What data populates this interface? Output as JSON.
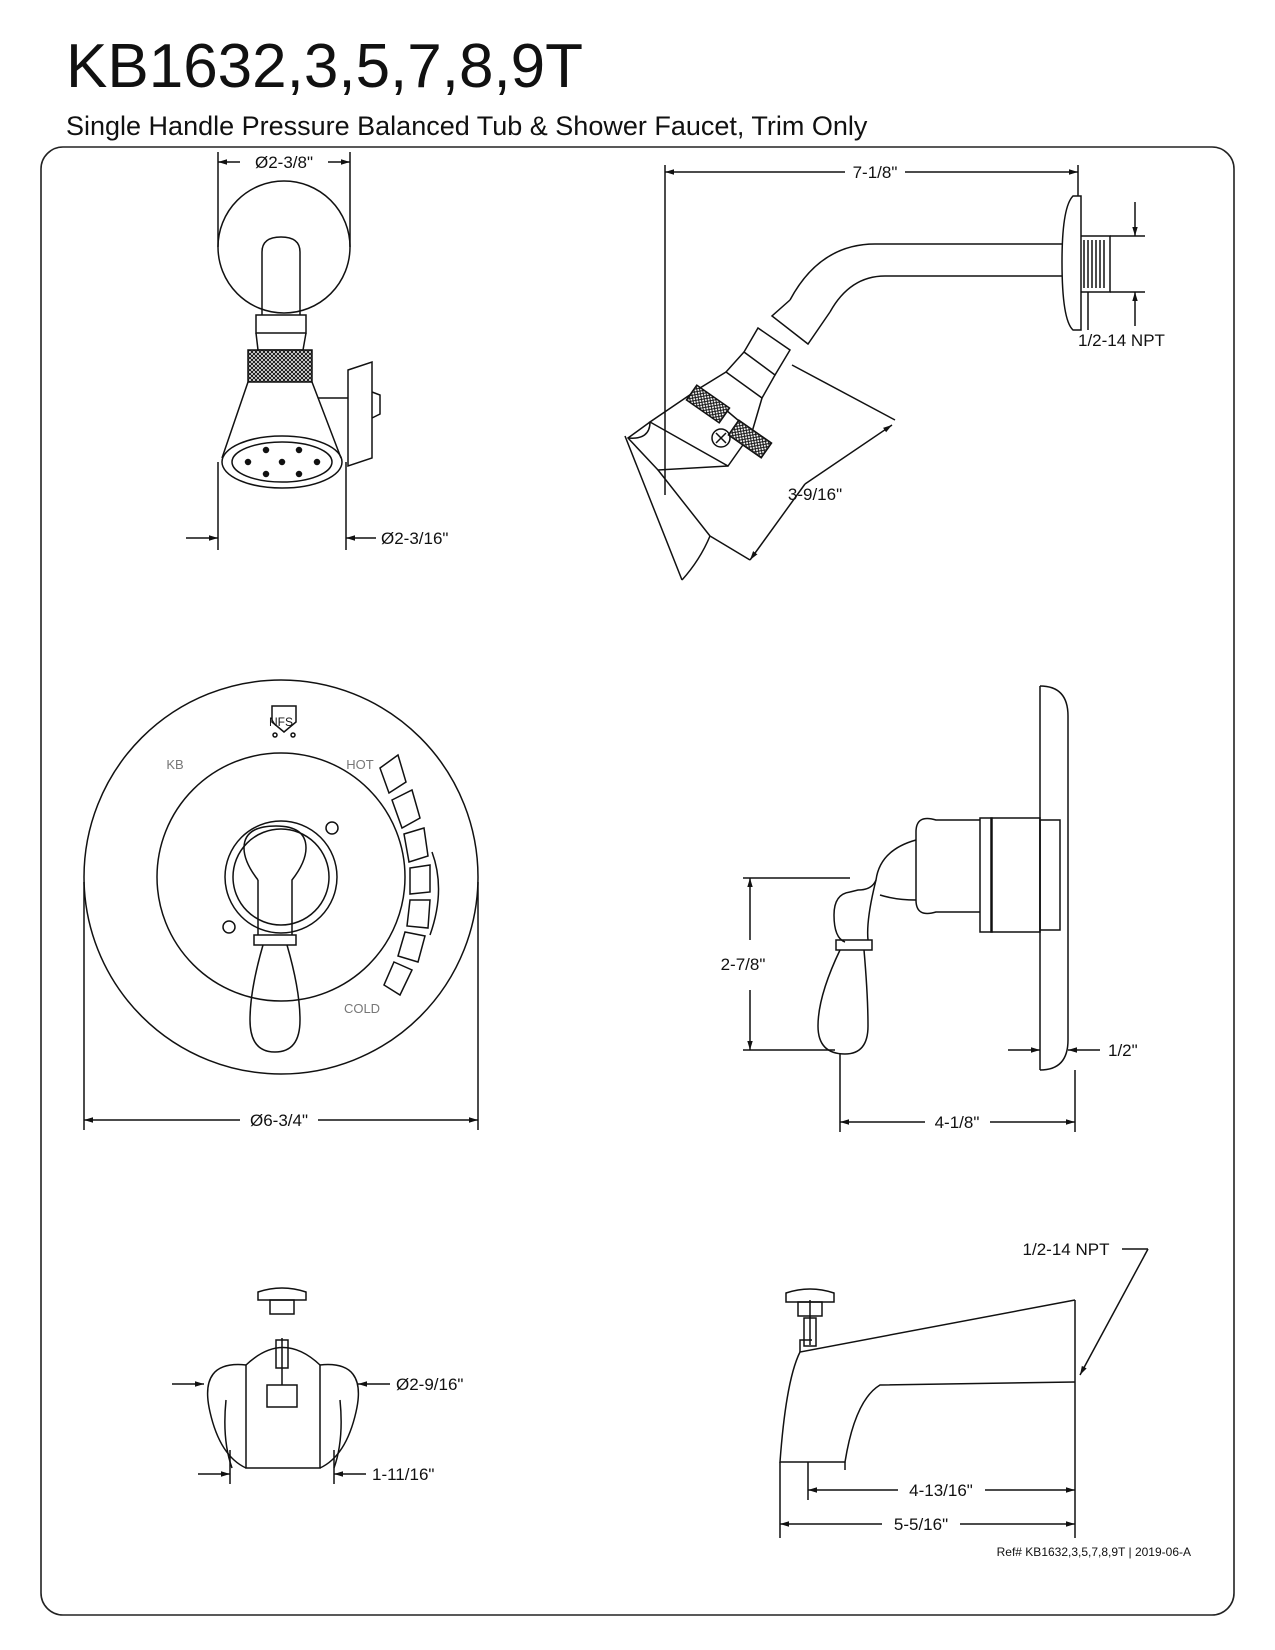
{
  "header": {
    "model": "KB1632,3,5,7,8,9T",
    "description": "Single Handle Pressure Balanced Tub & Shower Faucet, Trim Only"
  },
  "showerhead_front": {
    "flange_diameter": "Ø2-3/8\"",
    "head_diameter": "Ø2-3/16\""
  },
  "showerhead_side": {
    "arm_length": "7-1/8\"",
    "head_length": "3-9/16\"",
    "thread": "1/2-14 NPT"
  },
  "valve_front": {
    "logo_text": "NFS",
    "brand_label": "KB",
    "hot_label": "HOT",
    "cold_label": "COLD",
    "plate_diameter": "Ø6-3/4\""
  },
  "valve_side": {
    "handle_height": "2-7/8\"",
    "escutcheon_thickness": "1/2\"",
    "handle_projection": "4-1/8\""
  },
  "spout_front": {
    "diameter": "Ø2-9/16\"",
    "width": "1-11/16\""
  },
  "spout_side": {
    "thread": "1/2-14 NPT",
    "length_short": "4-13/16\"",
    "length_long": "5-5/16\""
  },
  "footer": {
    "reference": "Ref# KB1632,3,5,7,8,9T | 2019-06-A"
  }
}
